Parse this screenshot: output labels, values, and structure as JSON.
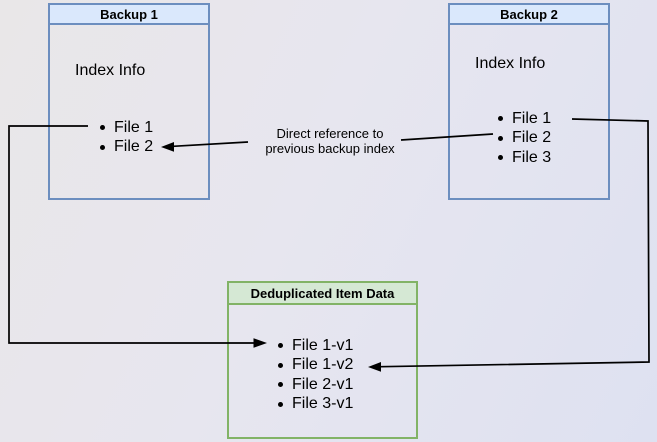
{
  "diagram": {
    "backup1": {
      "title": "Backup 1",
      "info_label": "Index Info",
      "items": [
        "File 1",
        "File 2"
      ]
    },
    "backup2": {
      "title": "Backup 2",
      "info_label": "Index Info",
      "items": [
        "File 1",
        "File 2",
        "File 3"
      ]
    },
    "dedup": {
      "title": "Deduplicated Item Data",
      "items": [
        "File 1-v1",
        "File 1-v2",
        "File 2-v1",
        "File 3-v1"
      ]
    },
    "edge_label": {
      "line1": "Direct reference to",
      "line2": "previous backup index"
    },
    "colors": {
      "blue_header_fill": "#dae8fc",
      "blue_border": "#6c8ebf",
      "green_header_fill": "#d5e8d4",
      "green_border": "#82b366",
      "connector_line": "#000000",
      "text": "#000000"
    }
  }
}
